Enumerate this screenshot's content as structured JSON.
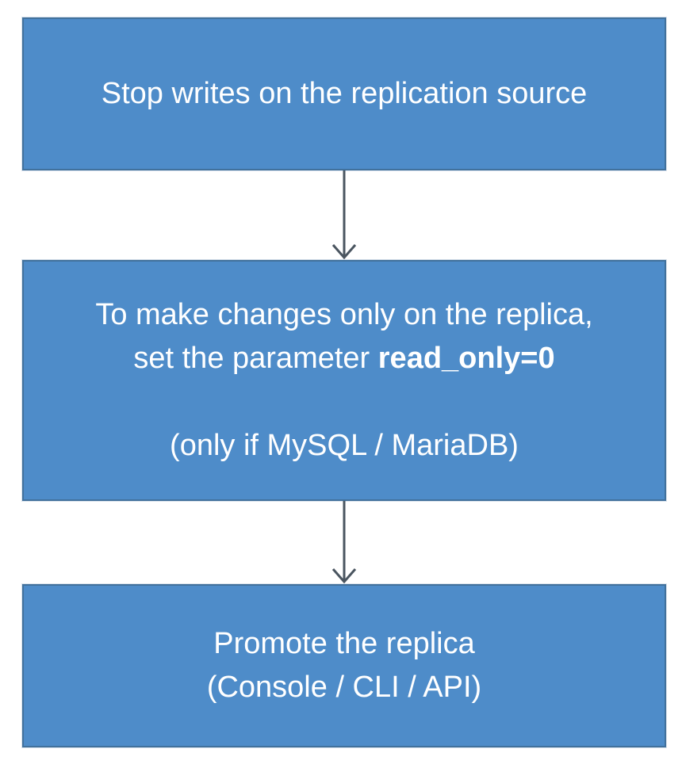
{
  "colors": {
    "box_fill": "#4E8CC9",
    "box_border": "#41719C",
    "arrow": "#4A5560",
    "text": "#FFFFFF",
    "background": "#FFFFFF"
  },
  "flowchart": {
    "step1": {
      "text": "Stop writes on the replication source"
    },
    "step2": {
      "line1": "To make changes only on the replica,",
      "line2_prefix": "set the parameter ",
      "line2_bold": "read_only=0",
      "line3": "(only if MySQL / MariaDB)"
    },
    "step3": {
      "line1": "Promote the replica",
      "line2": "(Console / CLI / API)"
    }
  }
}
